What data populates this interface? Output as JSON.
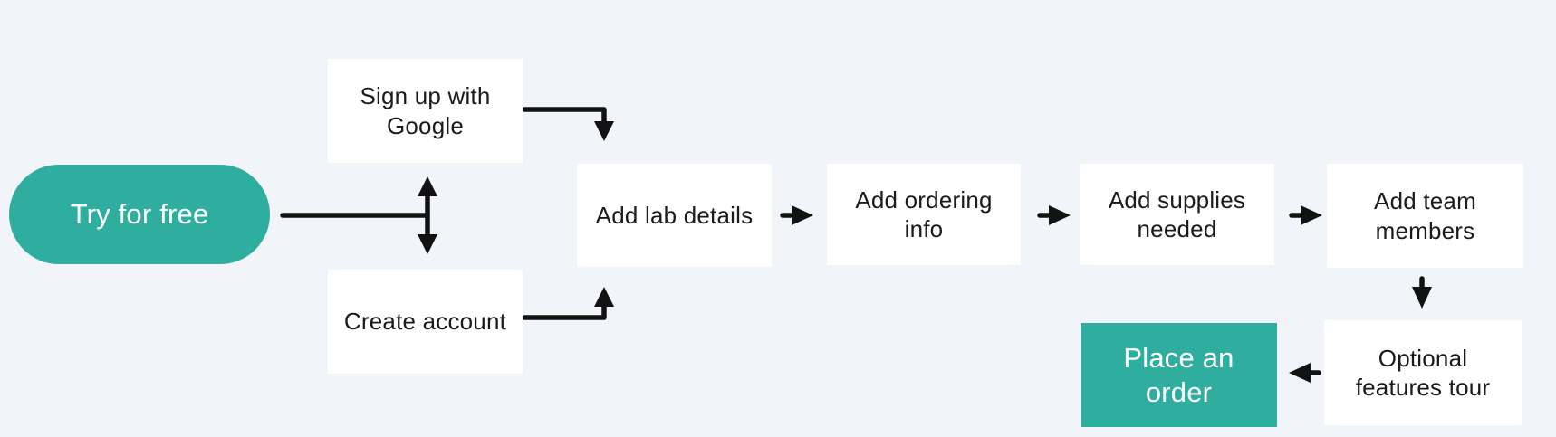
{
  "diagram": {
    "type": "flowchart",
    "colors": {
      "background": "#F1F5F9",
      "accent": "#2FAEA0",
      "node_background": "#FFFFFF",
      "node_text": "#1B1B1B",
      "accent_text": "#FFFFFF",
      "arrow": "#121212"
    },
    "nodes": {
      "try_free": {
        "label": "Try for free",
        "shape": "pill",
        "emphasis": "accent"
      },
      "signup_google": {
        "label": "Sign up with\nGoogle",
        "shape": "rect",
        "emphasis": "plain"
      },
      "create_account": {
        "label": "Create account",
        "shape": "rect",
        "emphasis": "plain"
      },
      "lab_details": {
        "label": "Add lab details",
        "shape": "rect",
        "emphasis": "plain"
      },
      "ordering_info": {
        "label": "Add ordering\ninfo",
        "shape": "rect",
        "emphasis": "plain"
      },
      "supplies": {
        "label": "Add supplies\nneeded",
        "shape": "rect",
        "emphasis": "plain"
      },
      "team_members": {
        "label": "Add team\nmembers",
        "shape": "rect",
        "emphasis": "plain"
      },
      "features_tour": {
        "label": "Optional\nfeatures tour",
        "shape": "rect",
        "emphasis": "plain"
      },
      "place_order": {
        "label": "Place an\norder",
        "shape": "rect",
        "emphasis": "accent"
      }
    },
    "edges": [
      {
        "from": "try_free",
        "to": "signup_google",
        "style": "branch-arrow"
      },
      {
        "from": "try_free",
        "to": "create_account",
        "style": "branch-arrow"
      },
      {
        "from": "signup_google",
        "to": "lab_details",
        "style": "elbow-arrow"
      },
      {
        "from": "create_account",
        "to": "lab_details",
        "style": "elbow-arrow"
      },
      {
        "from": "lab_details",
        "to": "ordering_info",
        "style": "straight-arrow"
      },
      {
        "from": "ordering_info",
        "to": "supplies",
        "style": "straight-arrow"
      },
      {
        "from": "supplies",
        "to": "team_members",
        "style": "straight-arrow"
      },
      {
        "from": "team_members",
        "to": "features_tour",
        "style": "straight-arrow"
      },
      {
        "from": "features_tour",
        "to": "place_order",
        "style": "straight-arrow"
      }
    ]
  }
}
